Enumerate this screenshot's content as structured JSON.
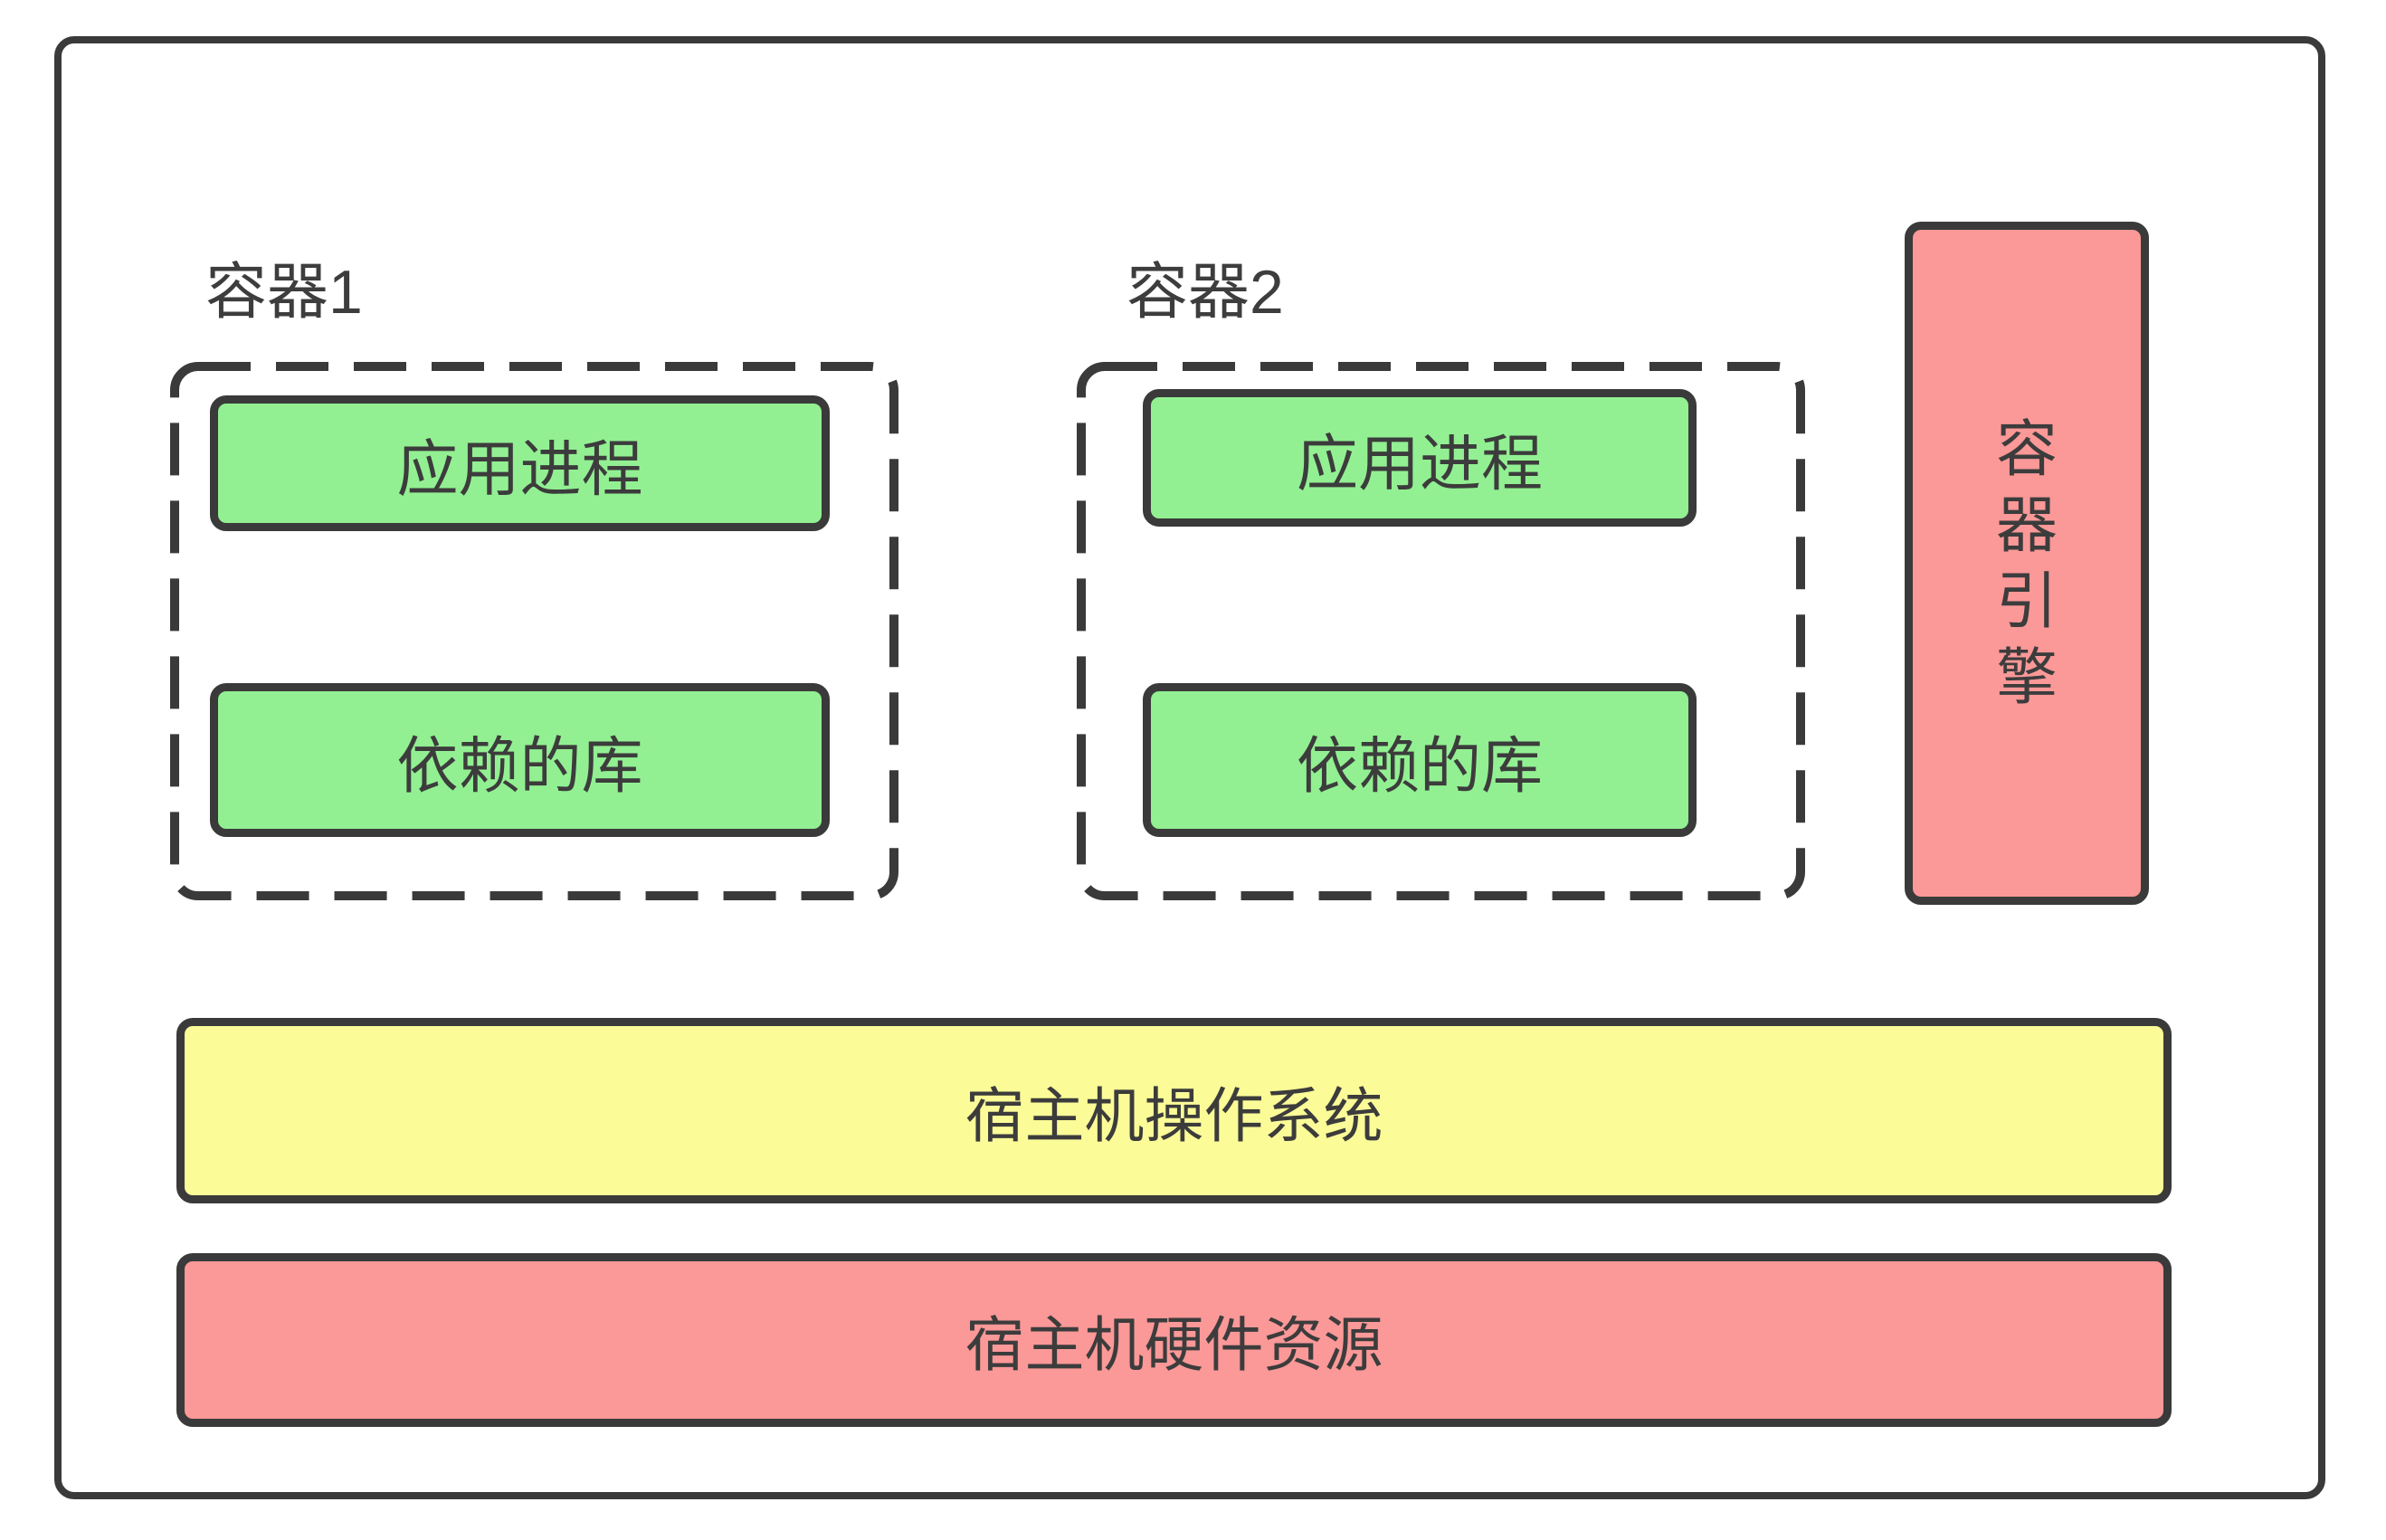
{
  "diagram_title": "container-architecture",
  "colors": {
    "border": "#3a3a3a",
    "text": "#3c3c3c",
    "green": "#92f092",
    "yellow": "#fbfb98",
    "pink": "#fb9898",
    "background": "#ffffff"
  },
  "containers": [
    {
      "label": "容器1",
      "process_box": "应用进程",
      "library_box": "依赖的库"
    },
    {
      "label": "容器2",
      "process_box": "应用进程",
      "library_box": "依赖的库"
    }
  ],
  "engine": {
    "label": "容器引擎",
    "chars": [
      "容",
      "器",
      "引",
      "擎"
    ]
  },
  "layers": [
    {
      "label": "宿主机操作系统"
    },
    {
      "label": "宿主机硬件资源"
    }
  ]
}
